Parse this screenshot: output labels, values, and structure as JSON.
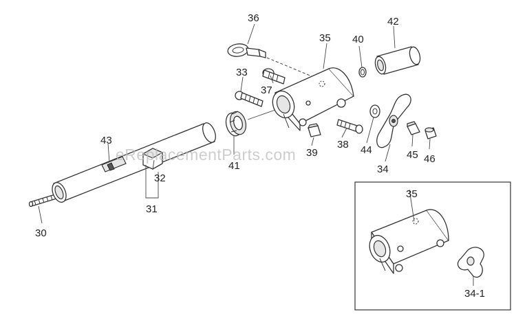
{
  "watermark": "eReplacementParts.com",
  "callouts": {
    "c30": "30",
    "c31": "31",
    "c32": "32",
    "c33": "33",
    "c34": "34",
    "c34_1": "34-1",
    "c35": "35",
    "c35_inset": "35",
    "c36": "36",
    "c37": "37",
    "c38": "38",
    "c39": "39",
    "c40": "40",
    "c41": "41",
    "c42": "42",
    "c43": "43",
    "c44": "44",
    "c45": "45",
    "c46": "46"
  }
}
